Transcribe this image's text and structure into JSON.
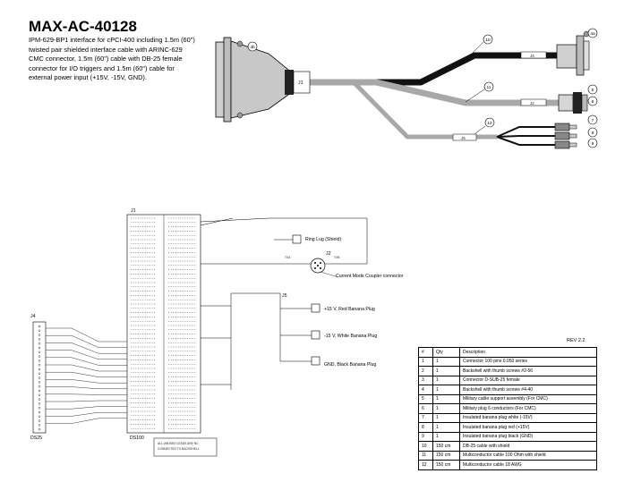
{
  "title": "MAX-AC-40128",
  "description_lines": [
    "IPM-629-BP1 interface for cPCI-400 including 1.5m (60\")",
    "twisted pair shielded interface cable with ARINC-629",
    "CMC connector, 1.5m (60\") cable with DB-25 female",
    "connector for I/O triggers and 1.5m (60\") cable for",
    "external power input (+15V, -15V, GND)."
  ],
  "cable_labels": {
    "j1": "J1",
    "j2": "J2",
    "j4": "J4",
    "j5": "J5",
    "b1": "10",
    "b2": "11",
    "b3": "12",
    "c4a": "4a",
    "c5": "5",
    "c4b": "4b",
    "c6": "6",
    "c7": "7",
    "c8": "8",
    "c9": "9"
  },
  "schematic": {
    "j1_label": "J1",
    "j1_part": "DS100",
    "j4_label": "J4",
    "j4_part": "DS25",
    "j2_label": "J2",
    "j5_label": "J5",
    "ring_lug": "Ring Lug (Shield)",
    "coupler": "Current Mode Coupler connector",
    "plus15": "+15 V, Red Banana Plug",
    "minus15": "-15 V, White Banana Plug",
    "gnd": "GND, Black Banana Plug",
    "note_line1": "ALL UNUSED LEADS ARE NC",
    "note_line2": "CONNECTED TO BACKSHELL",
    "j2_pin_a": "TXA",
    "j2_pin_b": "TXB"
  },
  "bom": {
    "rev": "REV 2.2",
    "headers": [
      "#",
      "Qty",
      "Description"
    ],
    "rows": [
      [
        "1",
        "1",
        "Connector 100 pins 0.050 series"
      ],
      [
        "2",
        "1",
        "Backshell with thumb screws #2-56"
      ],
      [
        "3",
        "1",
        "Connector D-SUB-25 female"
      ],
      [
        "4",
        "1",
        "Backshell with thumb screws #4-40"
      ],
      [
        "5",
        "1",
        "Military cable support assembly (For CMC)"
      ],
      [
        "6",
        "1",
        "Military plug 6 conductors (For CMC)"
      ],
      [
        "7",
        "1",
        "Insulated banana plug white (-15V)"
      ],
      [
        "8",
        "1",
        "Insulated banana plug red (+15V)"
      ],
      [
        "9",
        "1",
        "Insulated banana plug black (GND)"
      ],
      [
        "10",
        "150 cm",
        "DB-25 cable with shield"
      ],
      [
        "11",
        "150 cm",
        "Multiconductor cable 100 Ohm with shield"
      ],
      [
        "12",
        "150 cm",
        "Multiconductor cable 18 AWG"
      ]
    ]
  }
}
